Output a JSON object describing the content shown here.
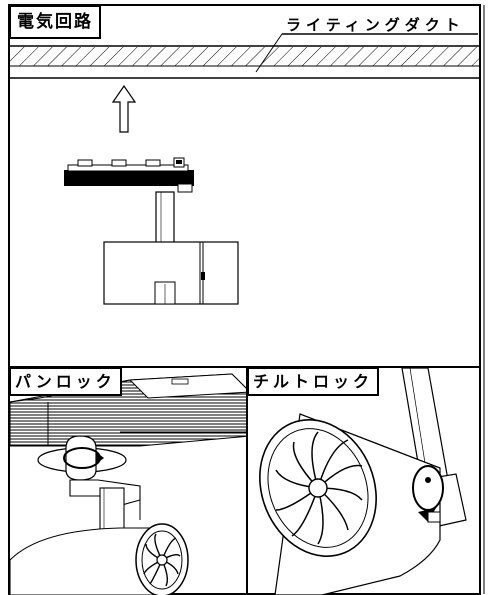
{
  "header": {
    "section_label": "電気回路",
    "duct_label": "ライティングダクト"
  },
  "panels": {
    "pan_lock": {
      "label": "パンロック"
    },
    "tilt_lock": {
      "label": "チルトロック"
    }
  },
  "colors": {
    "line": "#000000",
    "background": "#ffffff"
  }
}
